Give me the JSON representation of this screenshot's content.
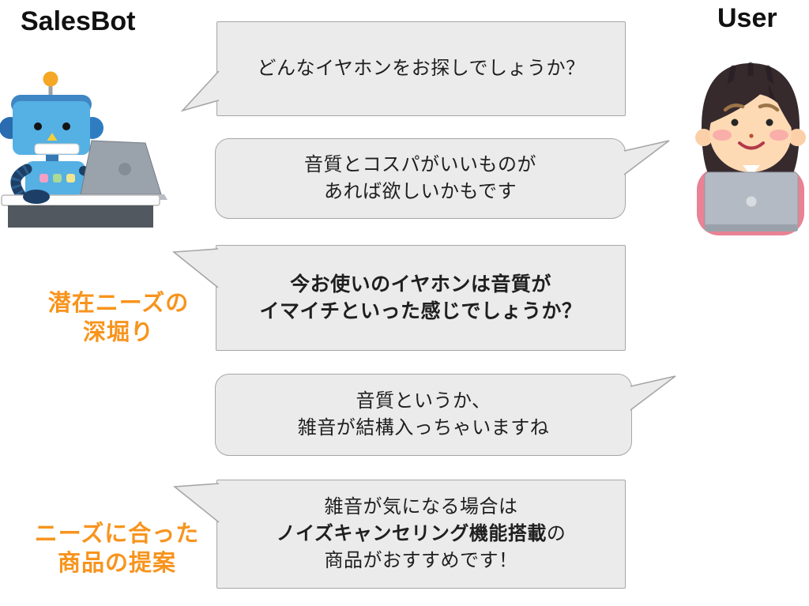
{
  "diagram": {
    "bot": {
      "label": "SalesBot",
      "illustration": "robot-at-laptop"
    },
    "user": {
      "label": "User",
      "illustration": "woman-at-laptop"
    }
  },
  "conversation": [
    {
      "speaker": "bot",
      "style": "regular",
      "lines": [
        "どんなイヤホンをお探しでしょうか？"
      ]
    },
    {
      "speaker": "user",
      "style": "regular",
      "lines": [
        "音質とコスパがいいものが",
        "あれば欲しいかもです"
      ]
    },
    {
      "speaker": "bot",
      "style": "bold",
      "lines": [
        "今お使いのイヤホンは音質が",
        "イマイチといった感じでしょうか？"
      ]
    },
    {
      "speaker": "user",
      "style": "regular",
      "lines": [
        "音質というか、",
        "雑音が結構入っちゃいますね"
      ]
    },
    {
      "speaker": "bot",
      "style": "regular",
      "lines": [
        "雑音が気になる場合は",
        {
          "segments": [
            {
              "text": "ノイズキャンセリング機能搭載",
              "bold": true
            },
            {
              "text": "の",
              "bold": false
            }
          ]
        },
        "商品がおすすめです！"
      ]
    }
  ],
  "annotations": [
    {
      "lines": [
        "潜在ニーズの",
        "深堀り"
      ]
    },
    {
      "lines": [
        "ニーズに合った",
        "商品の提案"
      ]
    }
  ],
  "colors": {
    "annotation_orange": "#F7941D",
    "bubble_fill": "#EBEBEB",
    "bubble_border": "#A6A6A6",
    "text": "#1F1F1F",
    "robot_blue": "#55B0E4",
    "robot_dark_blue": "#3F87C4",
    "antenna_orange": "#F5A725",
    "shirt_pink": "#E88294",
    "laptop_gray": "#B4BAC3"
  }
}
